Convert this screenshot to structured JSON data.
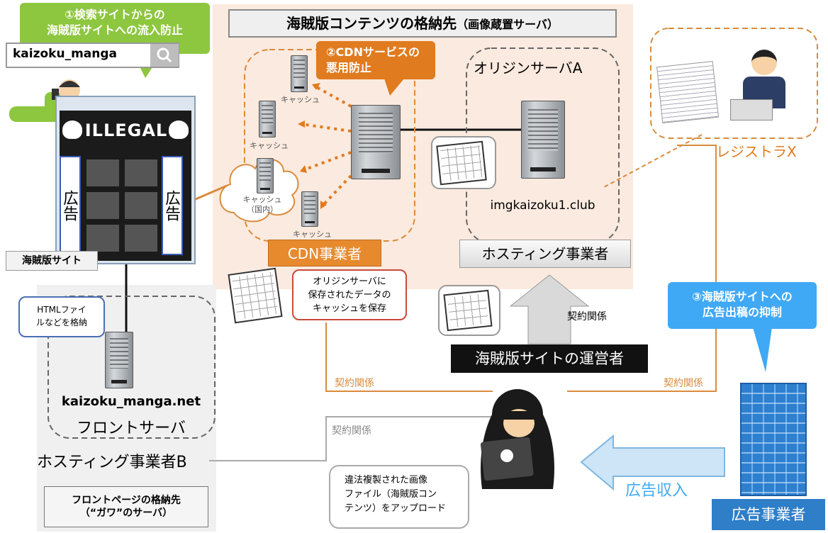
{
  "title_box": "海賊版コンテンツの格納先",
  "title_box_sub": "（画像蔵置サーバ）",
  "callout1": {
    "line1": "①検索サイトからの",
    "line2": "海賊版サイトへの流入防止"
  },
  "callout2": {
    "line1": "②CDNサービスの",
    "line2": "悪用防止"
  },
  "callout3": {
    "line1": "③海賊版サイトへの",
    "line2": "広告出稿の抑制"
  },
  "search": {
    "query": "kaizoku_manga"
  },
  "pirate_site": {
    "banner": "ILLEGAL",
    "ad_left": "広告",
    "ad_right": "広告",
    "label": "海賊版サイト"
  },
  "cache": {
    "label": "キャッシュ",
    "domestic_label": "キャッシュ",
    "domestic_sub": "（国内）"
  },
  "origin": {
    "title": "オリジンサーバA",
    "domain": "imgkaizoku1.club"
  },
  "cdn_label": "CDN事業者",
  "cdn_note": {
    "l1": "オリジンサーバに",
    "l2": "保存されたデータの",
    "l3": "キャッシュを保存"
  },
  "hosting_label": "ホスティング事業者",
  "registrar_label": "レジストラX",
  "contract": "契約関係",
  "operator_label": "海賊版サイトの運営者",
  "front": {
    "note_l1": "HTMLファイ",
    "note_l2": "ルなどを格納",
    "domain": "kaizoku_manga.net",
    "title": "フロントサーバ",
    "hosting_b": "ホスティング事業者B",
    "desc_l1": "フロントページの格納先",
    "desc_l2": "（“ガワ”のサーバ）"
  },
  "upload_note": {
    "l1": "違法複製された画像",
    "l2": "ファイル（海賊版コン",
    "l3": "テンツ）をアップロード"
  },
  "ad_revenue": "広告収入",
  "ad_company": "広告事業者",
  "colors": {
    "orange": "#e07b1f",
    "orange_line": "#d98b3c",
    "green": "#8dc63f",
    "blue": "#3fa9f5",
    "pale": "#fbe9dc"
  }
}
